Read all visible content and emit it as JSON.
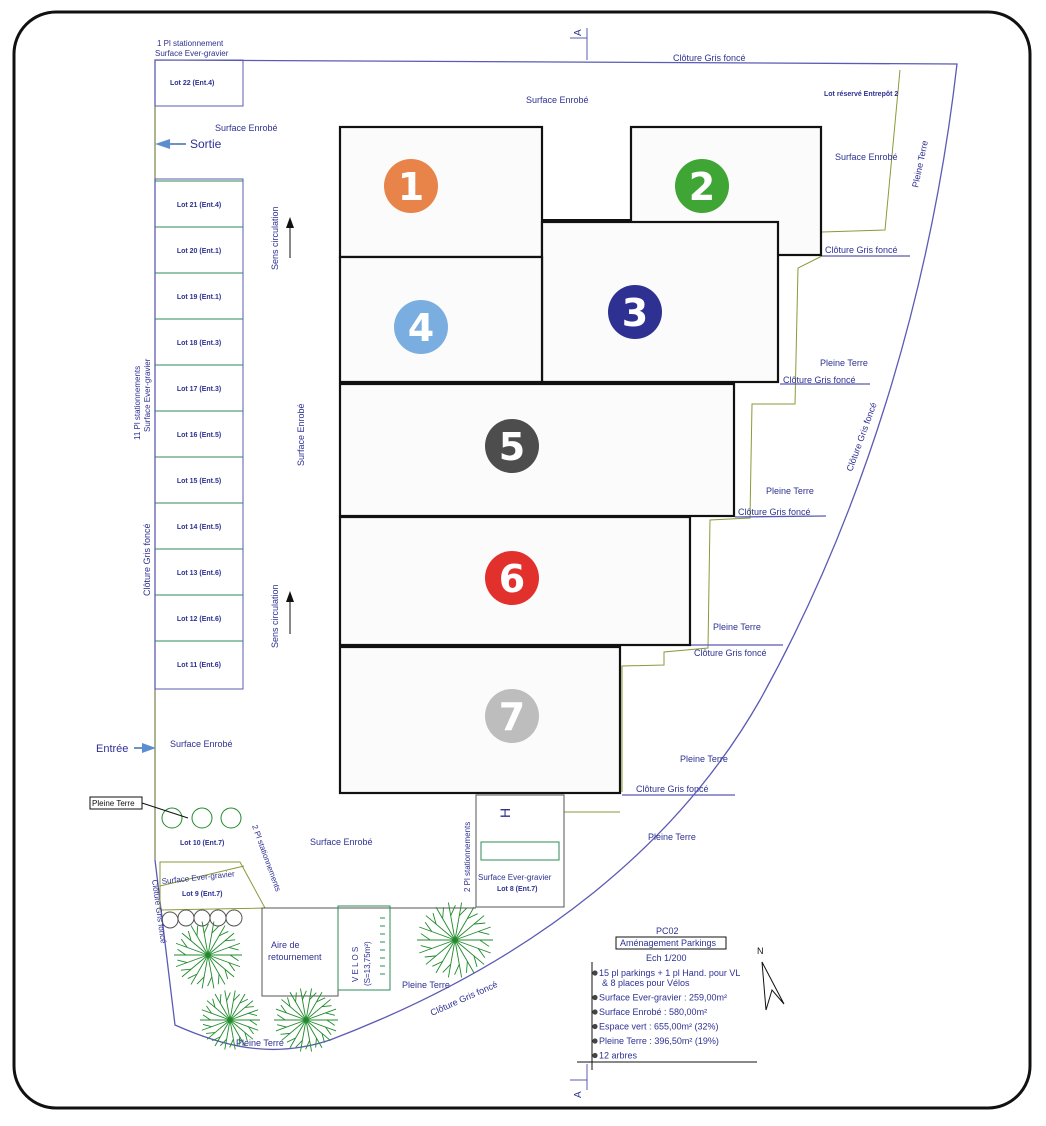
{
  "plan": {
    "buildings": [
      {
        "label": "1",
        "color": "#e8834a"
      },
      {
        "label": "2",
        "color": "#3fa535"
      },
      {
        "label": "3",
        "color": "#2e3192"
      },
      {
        "label": "4",
        "color": "#7aaee0"
      },
      {
        "label": "5",
        "color": "#4d4d4d"
      },
      {
        "label": "6",
        "color": "#e2312d"
      },
      {
        "label": "7",
        "color": "#bdbdbd"
      }
    ],
    "lots_left": [
      "Lot 21 (Ent.4)",
      "Lot 20 (Ent.1)",
      "Lot 19 (Ent.1)",
      "Lot 18 (Ent.3)",
      "Lot 17 (Ent.3)",
      "Lot 16 (Ent.5)",
      "Lot 15 (Ent.5)",
      "Lot 14 (Ent.5)",
      "Lot 13 (Ent.6)",
      "Lot 12 (Ent.6)",
      "Lot 11 (Ent.6)"
    ],
    "labels": {
      "top_parking": "1 Pl stationnement",
      "top_parking_surface": "Surface Ever-gravier",
      "lot22": "Lot 22 (Ent.4)",
      "top_fence": "Clôture Gris foncé",
      "surface_top": "Surface Enrobé",
      "lot_reserve": "Lot réservé Entrepôt 2",
      "surface_left_top": "Surface Enrobé",
      "sortie": "Sortie",
      "surface_right": "Surface Enrobé",
      "pleine_terre_right": "Pleine Terre",
      "sens_circulation_1": "Sens circulation",
      "sens_circulation_2": "Sens circulation",
      "left_parking_count": "11 Pl stationnements",
      "left_parking_surface": "Surface Ever-gravier",
      "surface_mid": "Surface Enrobé",
      "left_fence": "Clôture Gris foncé",
      "fence_1": "Clôture Gris foncé",
      "fence_2": "Clôture Gris foncé",
      "fence_3": "Clôture Gris foncé",
      "fence_4": "Clôture Gris foncé",
      "fence_5": "Clôture Gris foncé",
      "fence_diag": "Clôture Gris foncé",
      "pt_1": "Pleine Terre",
      "pt_2": "Pleine Terre",
      "pt_3": "Pleine Terre",
      "pt_4": "Pleine Terre",
      "pt_5": "Pleine Terre",
      "entree": "Entrée",
      "surface_entree": "Surface Enrobé",
      "pleine_terre_callout": "Pleine Terre",
      "lot10": "Lot 10 (Ent.7)",
      "two_pl_left": "2 Pl stationnements",
      "surface_bottom": "Surface Enrobé",
      "surface_ever_bottom": "Surface Ever-gravier",
      "lot9": "Lot 9 (Ent.7)",
      "fence_bottom_left": "Clôture Gris foncé",
      "aire_1": "Aire de",
      "aire_2": "retournement",
      "velos_1": "V E L O S",
      "velos_2": "(S=13,75m²)",
      "pt_bottom": "Pleine Terre",
      "pt_bottom_2": "Pleine Terre",
      "fence_bottom": "Clôture Gris foncé",
      "handicap": "H",
      "two_pl_right": "2 Pl stationnements",
      "surface_ever_lot8": "Surface Ever-gravier",
      "lot8": "Lot 8 (Ent.7)",
      "section_a": "A",
      "north": "N"
    },
    "legend": {
      "code": "PC02",
      "title": "Aménagement Parkings",
      "scale": "Ech 1/200",
      "items": [
        "15 pl parkings + 1 pl Hand. pour VL",
        "& 8 places pour Vélos",
        "Surface Ever-gravier : 259,00m²",
        "Surface Enrobé : 580,00m²",
        "Espace vert : 655,00m² (32%)",
        "Pleine Terre : 396,50m² (19%)",
        "12 arbres"
      ]
    }
  }
}
